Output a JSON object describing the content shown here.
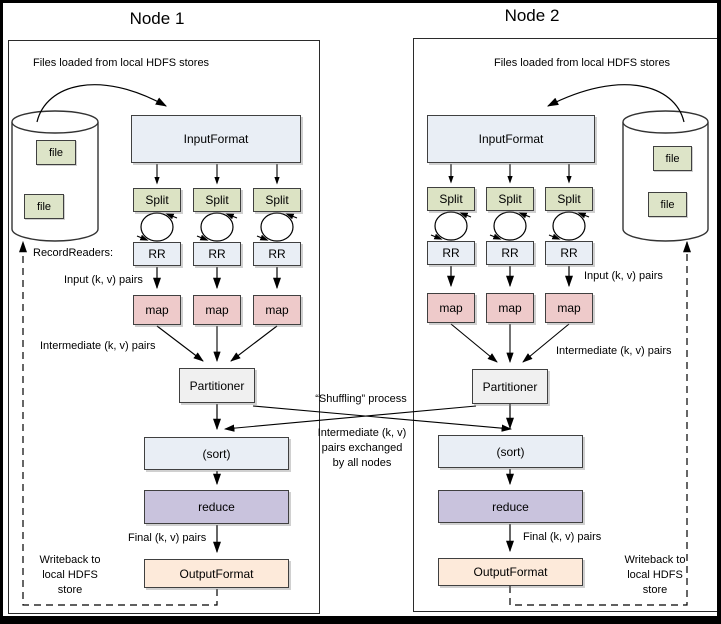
{
  "colors": {
    "split-fill": "#dce3c4",
    "file-fill": "#dde4c8",
    "io-fill": "#e9eef5",
    "map-fill": "#eecaca",
    "partitioner-fill": "#f0f0f0",
    "reduce-fill": "#c9c3dd",
    "output-fill": "#fdeada",
    "box-border": "#404040"
  },
  "titles": {
    "node1": "Node 1",
    "node2": "Node 2"
  },
  "center": {
    "shuffling": "“Shuffling” process",
    "exchange": "Intermediate (k, v)\npairs exchanged\nby all nodes"
  },
  "node1": {
    "hdfs_note": "Files loaded from local HDFS stores",
    "files": [
      "file",
      "file"
    ],
    "input_format": "InputFormat",
    "splits": [
      "Split",
      "Split",
      "Split"
    ],
    "record_readers": "RecordReaders:",
    "rrs": [
      "RR",
      "RR",
      "RR"
    ],
    "input_pairs": "Input (k, v) pairs",
    "maps": [
      "map",
      "map",
      "map"
    ],
    "intermediate_pairs": "Intermediate (k, v) pairs",
    "partitioner": "Partitioner",
    "sort": "(sort)",
    "reduce": "reduce",
    "final_pairs": "Final (k, v) pairs",
    "output_format": "OutputFormat",
    "writeback": "Writeback to\nlocal HDFS\nstore"
  },
  "node2": {
    "hdfs_note": "Files loaded from local HDFS stores",
    "files": [
      "file",
      "file"
    ],
    "input_format": "InputFormat",
    "splits": [
      "Split",
      "Split",
      "Split"
    ],
    "rrs": [
      "RR",
      "RR",
      "RR"
    ],
    "input_pairs": "Input (k, v) pairs",
    "maps": [
      "map",
      "map",
      "map"
    ],
    "intermediate_pairs": "Intermediate (k, v) pairs",
    "partitioner": "Partitioner",
    "sort": "(sort)",
    "reduce": "reduce",
    "final_pairs": "Final (k, v) pairs",
    "output_format": "OutputFormat",
    "writeback": "Writeback to\nlocal HDFS\nstore"
  }
}
